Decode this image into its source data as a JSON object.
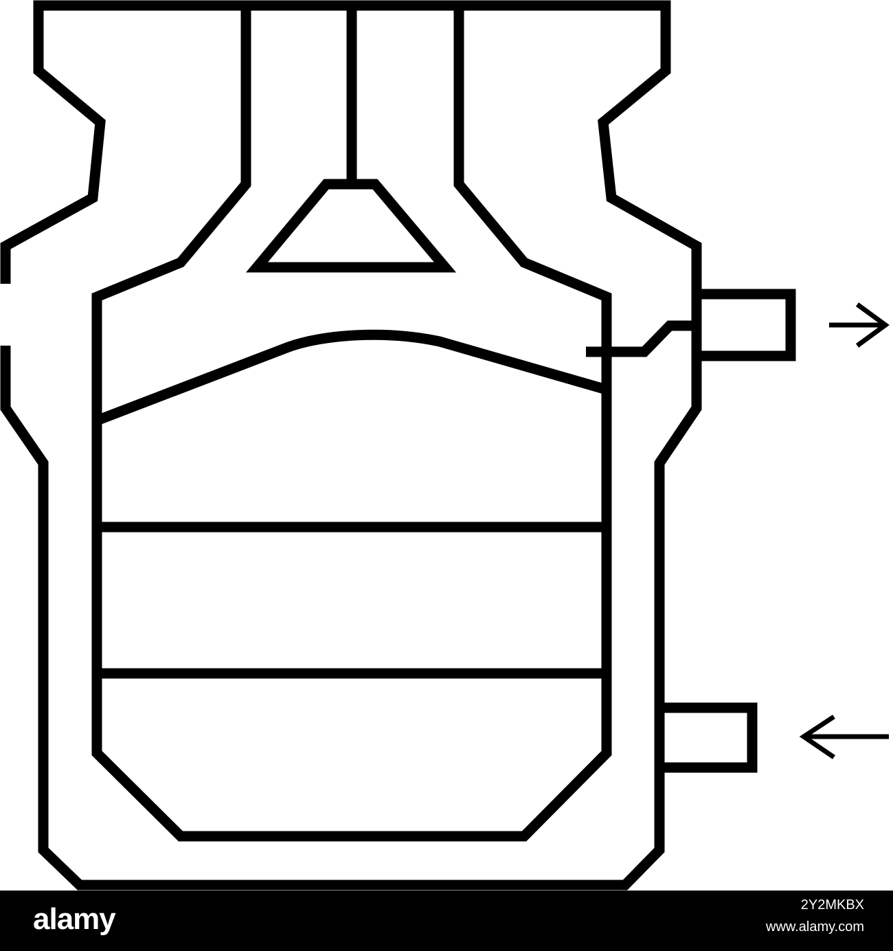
{
  "colors": {
    "background": "#ffffff",
    "line": "#000000",
    "watermark_bar": "#000000",
    "watermark_text": "#ffffff"
  },
  "icons": {
    "outlet_arrow": "arrow-right-icon",
    "inlet_arrow": "arrow-left-icon"
  },
  "watermark": {
    "logo": "alamy",
    "image_id": "2Y2MKBX",
    "url": "www.alamy.com"
  }
}
